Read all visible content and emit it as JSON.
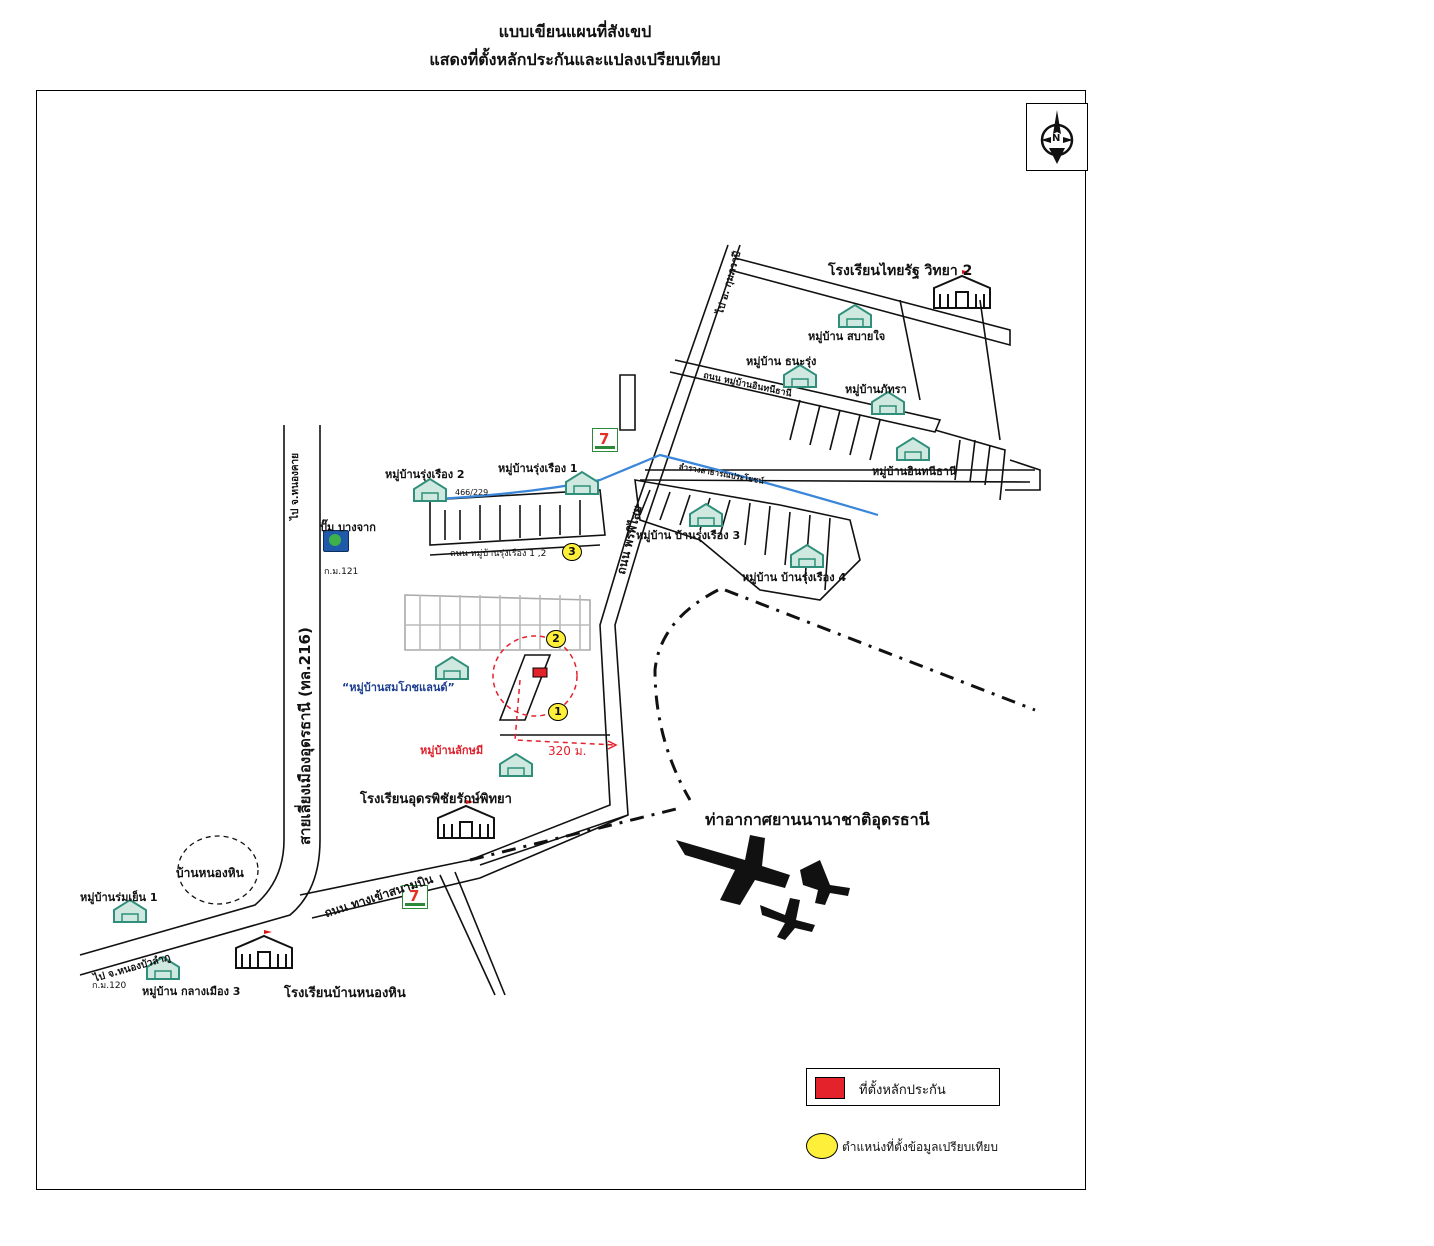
{
  "header": {
    "title_line1": "แบบเขียนแผนที่สังเขป",
    "title_line2": "แสดงที่ตั้งหลักประกันและแปลงเปรียบเทียบ"
  },
  "compass": {
    "label": "N"
  },
  "labels": {
    "school_thairath": "โรงเรียนไทยรัฐ วิทยา 2",
    "village_sabaijai": "หมู่บ้าน สบายใจ",
    "village_thanarung": "หมู่บ้าน ธนะรุ่ง",
    "village_phattra": "หมู่บ้านภัทรา",
    "village_inthanee": "หมู่บ้านอินทนีธานี",
    "village_rungrueang1": "หมู่บ้านรุ่งเรือง 1",
    "village_rungrueang2": "หมู่บ้านรุ่งเรือง 2",
    "village_rungrueang3": "หมู่บ้าน บ้านรุ่งเรือง 3",
    "village_rungrueang4": "หมู่บ้าน บ้านรุ่งเรือง 4",
    "village_somphot": "“หมู่บ้านสมโภชแลนด์”",
    "village_lakmi": "หมู่บ้านลักษมี",
    "distance": "320 ม.",
    "school_udonphichai": "โรงเรียนอุดรพิชัยรักษ์พิทยา",
    "airport": "ท่าอากาศยานนานาชาติอุดรธานี",
    "ban_nonghin": "บ้านหนองหิน",
    "village_romyen": "หมู่บ้านร่มเย็น 1",
    "village_klangmueang": "หมู่บ้าน กลางเมือง 3",
    "school_bannonghin": "โรงเรียนบ้านหนองหิน",
    "pump": "ปั๊ม บางจาก",
    "km121": "ก.ม.121",
    "km120": "ก.ม.120",
    "house_no": "466/229",
    "road_rungrueang": "ถนน หมู่บ้านรุ่งเรือง 1 ,2",
    "road_to_kumphawapi": "ไป อ. กุมภวาปี",
    "road_to_nongkhai": "ไป จ.หนองคาย",
    "road_to_nongbualamphu": "ไป จ.หนองบัวลำภู",
    "road_bypass": "สายเลี่ยงเมืองอุดรธานี (ทล.216)",
    "road_phonphisai": "ถนน พรพิไสย",
    "road_airport": "ถนน ทางเข้าสนามบิน",
    "road_inthanee": "ถนน หมู่บ้านอินทนีธานี",
    "road_canal": "ลำรางสาธารณประโยชน์",
    "seven_eleven": "7"
  },
  "markers": [
    "1",
    "2",
    "3"
  ],
  "legend": {
    "collateral": "ที่ตั้งหลักประกัน",
    "comparison": "ตำแหน่งที่ตั้งข้อมูลเปรียบเทียบ"
  },
  "colors": {
    "collateral": "#e3222b",
    "marker": "#fdef3a",
    "canal": "#3a86d9",
    "village": "#2f8f7a",
    "seven_eleven_red": "#e23322",
    "seven_eleven_green": "#2a8a3a"
  }
}
